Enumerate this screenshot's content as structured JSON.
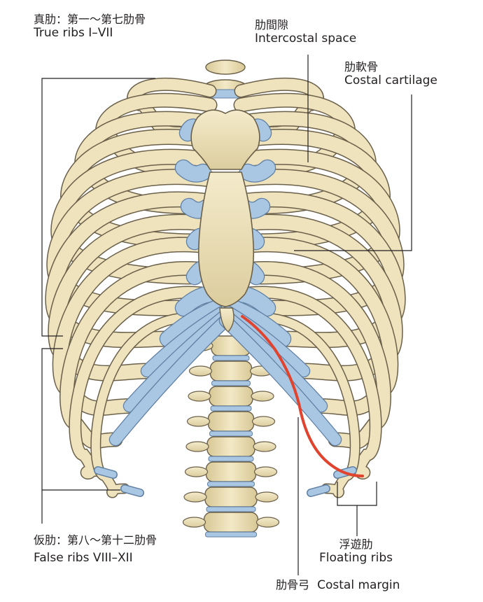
{
  "labels": {
    "true_ribs": {
      "jp": "真肋：第一～第七肋骨",
      "en": "True ribs I–VII"
    },
    "intercostal": {
      "jp": "肋間隙",
      "en": "Intercostal space"
    },
    "cartilage": {
      "jp": "肋軟骨",
      "en": "Costal cartilage"
    },
    "false_ribs": {
      "jp": "仮肋：第八～第十二肋骨",
      "en": "False ribs VIII–XII"
    },
    "floating": {
      "jp": "浮遊肋",
      "en": "Floating ribs"
    },
    "margin": {
      "jp": "肋骨弓",
      "en": "Costal margin"
    }
  },
  "colors": {
    "bone": "#eee3bd",
    "bone_shadow": "#c9b98a",
    "outline": "#6b604a",
    "cartilage": "#a9c6e2",
    "cartilage_outline": "#5f7fa3",
    "costal_margin": "#e0442f",
    "leader": "#231f20"
  }
}
